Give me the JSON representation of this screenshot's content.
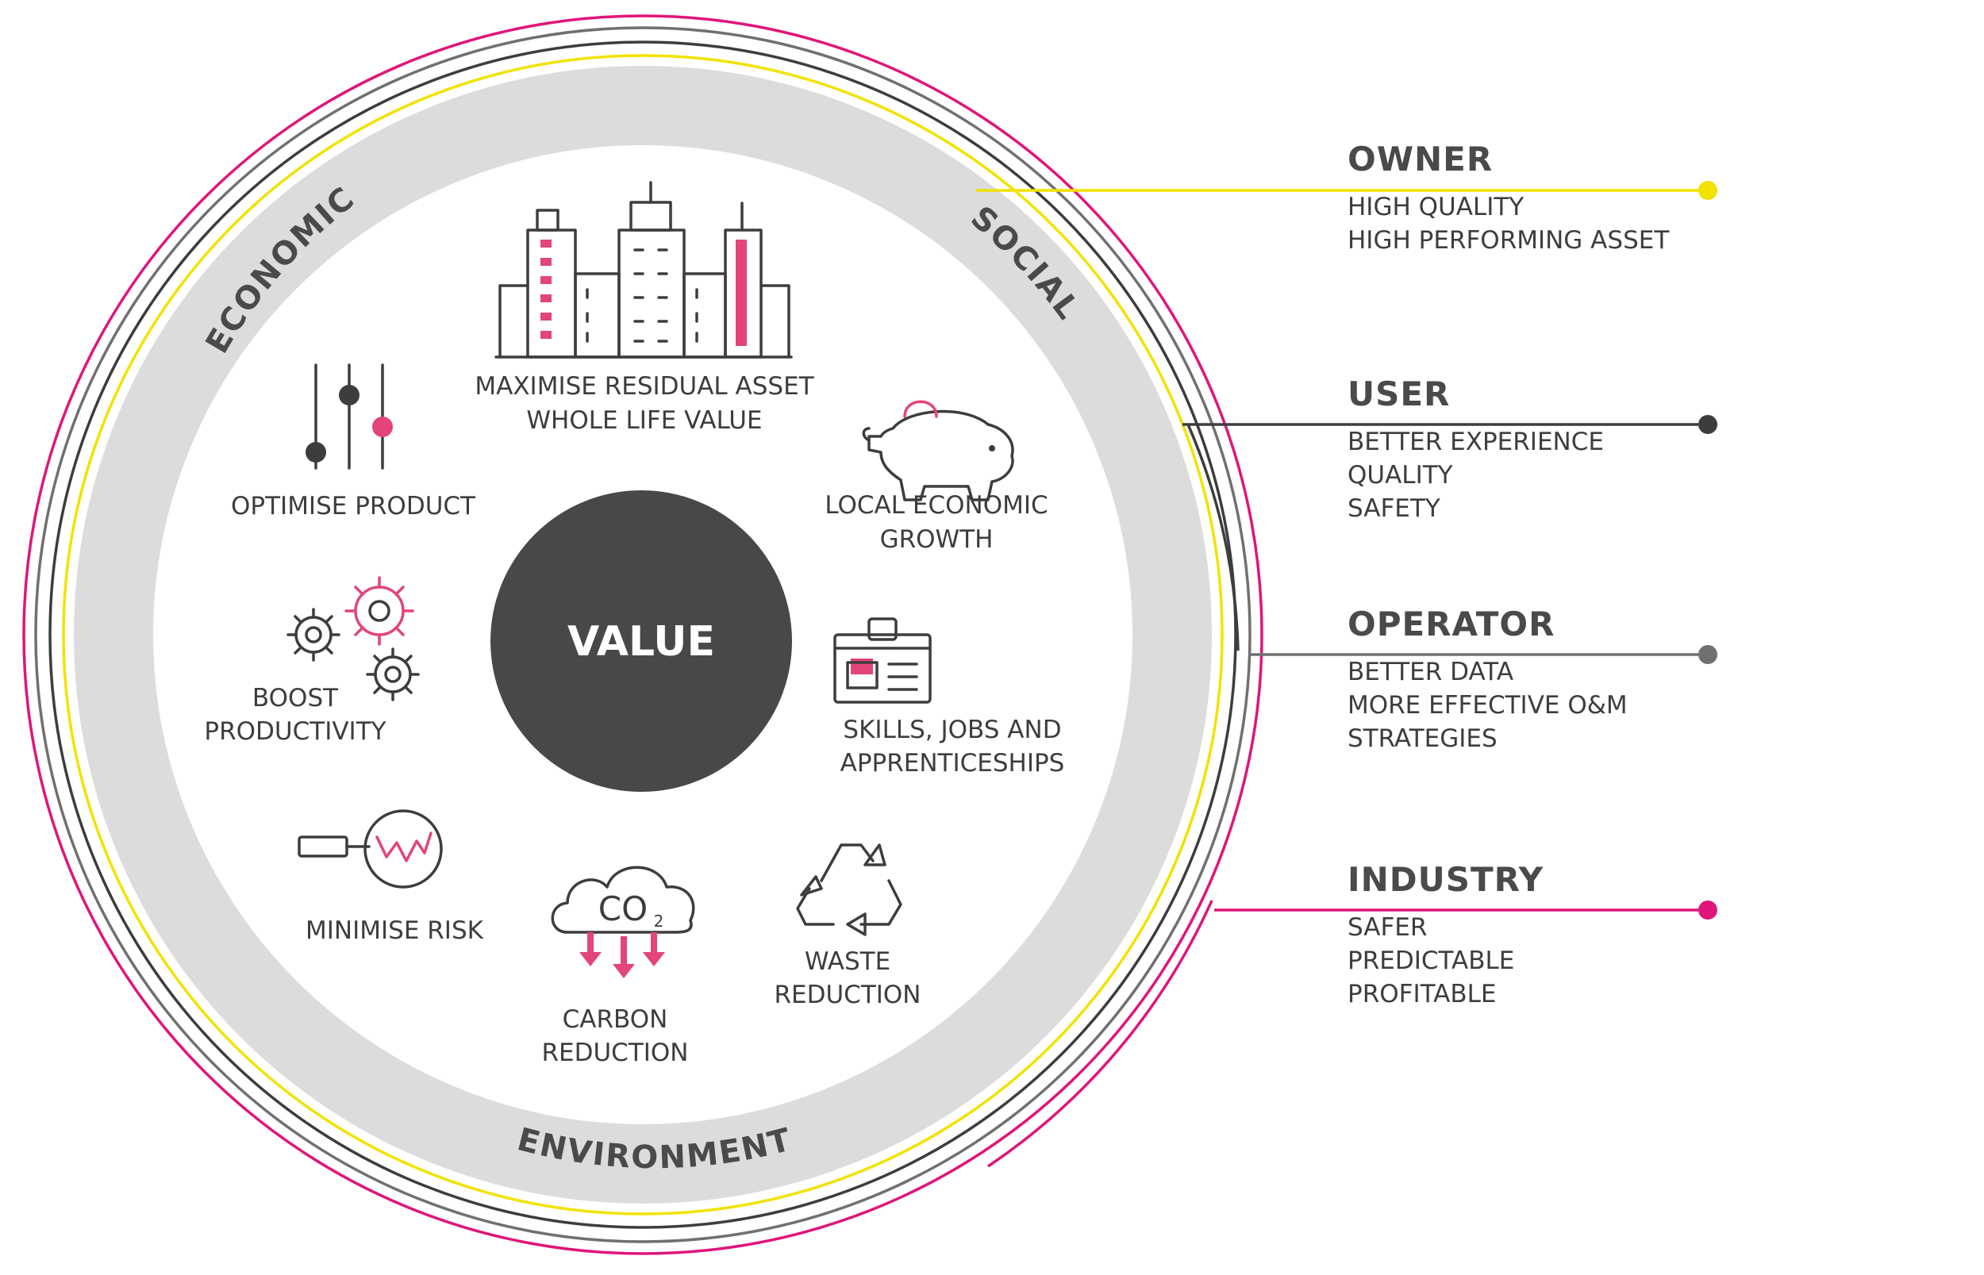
{
  "center": {
    "label": "VALUE"
  },
  "ring_labels": {
    "economic": "ECONOMIC",
    "social": "SOCIAL",
    "environment": "ENVIRONMENT"
  },
  "items": {
    "maximise_asset": {
      "line1": "MAXIMISE RESIDUAL ASSET",
      "line2": "WHOLE LIFE VALUE",
      "icon": "city-buildings-icon"
    },
    "optimise_product": {
      "line1": "OPTIMISE PRODUCT",
      "icon": "sliders-icon"
    },
    "local_growth": {
      "line1": "LOCAL ECONOMIC",
      "line2": "GROWTH",
      "icon": "piggy-bank-icon"
    },
    "boost_productivity": {
      "line1": "BOOST",
      "line2": "PRODUCTIVITY",
      "icon": "gears-icon"
    },
    "skills_jobs": {
      "line1": "SKILLS, JOBS AND",
      "line2": "APPRENTICESHIPS",
      "icon": "id-badge-icon"
    },
    "minimise_risk": {
      "line1": "MINIMISE RISK",
      "icon": "magnifier-chart-icon"
    },
    "carbon_reduction": {
      "line1": "CARBON",
      "line2": "REDUCTION",
      "icon": "co2-cloud-icon",
      "icon_text": "CO",
      "icon_subscript": "2"
    },
    "waste_reduction": {
      "line1": "WASTE",
      "line2": "REDUCTION",
      "icon": "recycle-icon"
    }
  },
  "stakeholders": [
    {
      "title": "OWNER",
      "lines": [
        "HIGH QUALITY",
        "HIGH PERFORMING ASSET"
      ],
      "color": "#f2e200"
    },
    {
      "title": "USER",
      "lines": [
        "BETTER EXPERIENCE",
        "QUALITY",
        "SAFETY"
      ],
      "color": "#3d3d3d"
    },
    {
      "title": "OPERATOR",
      "lines": [
        "BETTER DATA",
        "MORE EFFECTIVE O&M",
        "STRATEGIES"
      ],
      "color": "#707070"
    },
    {
      "title": "INDUSTRY",
      "lines": [
        "SAFER",
        "PREDICTABLE",
        "PROFITABLE"
      ],
      "color": "#e0157a"
    }
  ],
  "colors": {
    "accent_pink": "#e2447b",
    "ring_magenta": "#e0157a",
    "ring_yellow": "#f2e200",
    "ring_grey_band": "#dcdcdc",
    "center_fill": "#484848",
    "text_dark": "#3d3d3d"
  }
}
